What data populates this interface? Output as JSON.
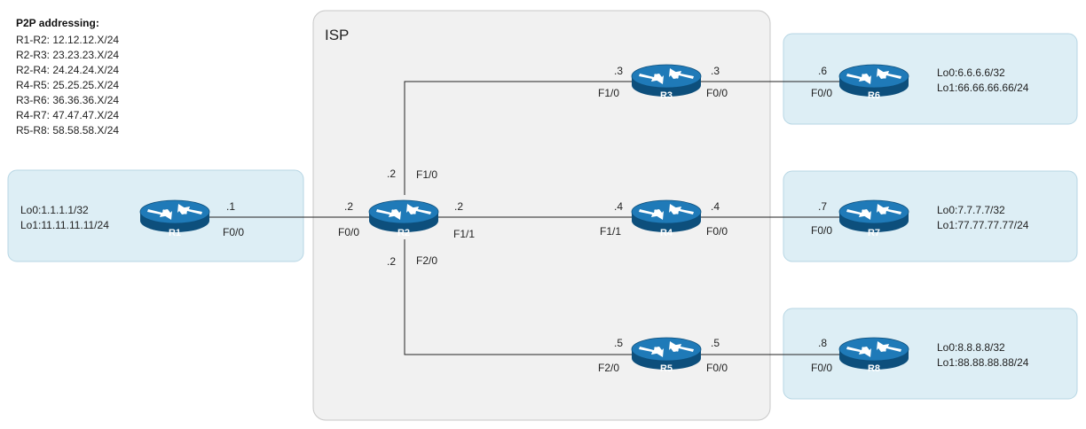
{
  "colors": {
    "router_top": "#1f7ab8",
    "router_side": "#0d4f7c",
    "zone_fill": "#ddeef5",
    "zone_stroke": "#b7d6e4",
    "isp_fill": "#f1f1f1",
    "isp_stroke": "#c8c8c8"
  },
  "legend": {
    "title": "P2P addressing:",
    "lines": [
      "R1-R2: 12.12.12.X/24",
      "R2-R3: 23.23.23.X/24",
      "R2-R4: 24.24.24.X/24",
      "R4-R5: 25.25.25.X/24",
      "R3-R6: 36.36.36.X/24",
      "R4-R7: 47.47.47.X/24",
      "R5-R8: 58.58.58.X/24"
    ]
  },
  "isp": {
    "label": "ISP"
  },
  "routers": {
    "r1": "R1",
    "r2": "R2",
    "r3": "R3",
    "r4": "R4",
    "r5": "R5",
    "r6": "R6",
    "r7": "R7",
    "r8": "R8"
  },
  "loopbacks": {
    "r1": [
      "Lo0:1.1.1.1/32",
      "Lo1:11.11.11.11/24"
    ],
    "r6": [
      "Lo0:6.6.6.6/32",
      "Lo1:66.66.66.66/24"
    ],
    "r7": [
      "Lo0:7.7.7.7/32",
      "Lo1:77.77.77.77/24"
    ],
    "r8": [
      "Lo0:8.8.8.8/32",
      "Lo1:88.88.88.88/24"
    ]
  },
  "links": {
    "r1_r2": {
      "ip_a": ".1",
      "if_a": "F0/0",
      "ip_b": ".2",
      "if_b": "F0/0"
    },
    "r2_r3": {
      "ip_a": ".2",
      "if_a": "F1/0",
      "ip_b": ".3",
      "if_b": "F1/0"
    },
    "r2_r4": {
      "ip_a": ".2",
      "if_a": "F1/1",
      "ip_b": ".4",
      "if_b": "F1/1"
    },
    "r2_r5": {
      "ip_a": ".2",
      "if_a": "F2/0",
      "ip_b": ".5",
      "if_b": "F2/0"
    },
    "r3_r6": {
      "ip_a": ".3",
      "if_a": "F0/0",
      "ip_b": ".6",
      "if_b": "F0/0"
    },
    "r4_r7": {
      "ip_a": ".4",
      "if_a": "F0/0",
      "ip_b": ".7",
      "if_b": "F0/0"
    },
    "r5_r8": {
      "ip_a": ".5",
      "if_a": "F0/0",
      "ip_b": ".8",
      "if_b": "F0/0"
    }
  }
}
